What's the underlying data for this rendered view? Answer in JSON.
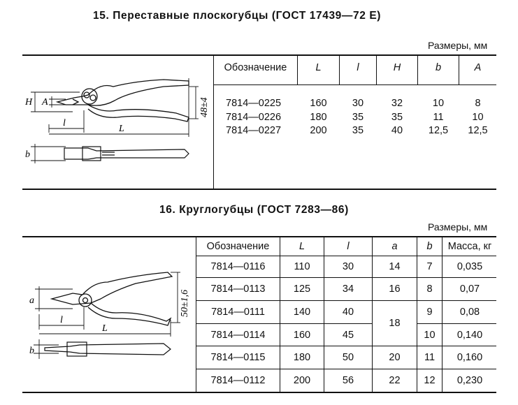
{
  "table1": {
    "title": "15. Переставные плоскогубцы (ГОСТ 17439—72 Е)",
    "units": "Размеры, мм",
    "headers": [
      "Обозначение",
      "L",
      "l",
      "H",
      "b",
      "A"
    ],
    "rows": [
      [
        "7814—0225",
        "160",
        "30",
        "32",
        "10",
        "8"
      ],
      [
        "7814—0226",
        "180",
        "35",
        "35",
        "11",
        "10"
      ],
      [
        "7814—0227",
        "200",
        "35",
        "40",
        "12,5",
        "12,5"
      ]
    ],
    "drawing_labels": {
      "H": "H",
      "A": "A",
      "l": "l",
      "L": "L",
      "b": "b",
      "dim": "48±4"
    }
  },
  "table2": {
    "title": "16. Круглогубцы (ГОСТ 7283—86)",
    "units": "Размеры, мм",
    "headers": [
      "Обозначение",
      "L",
      "l",
      "a",
      "b",
      "Масса, кг"
    ],
    "rows": [
      [
        "7814—0116",
        "110",
        "30",
        "14",
        "7",
        "0,035"
      ],
      [
        "7814—0113",
        "125",
        "34",
        "16",
        "8",
        "0,07"
      ],
      [
        "7814—0111",
        "140",
        "40",
        "",
        "9",
        "0,08"
      ],
      [
        "7814—0114",
        "160",
        "45",
        "",
        "10",
        "0,140"
      ],
      [
        "7814—0115",
        "180",
        "50",
        "20",
        "11",
        "0,160"
      ],
      [
        "7814—0112",
        "200",
        "56",
        "22",
        "12",
        "0,230"
      ]
    ],
    "merged_a": "18",
    "drawing_labels": {
      "a": "a",
      "l": "l",
      "L": "L",
      "b": "b",
      "dim": "50±1,6"
    }
  }
}
